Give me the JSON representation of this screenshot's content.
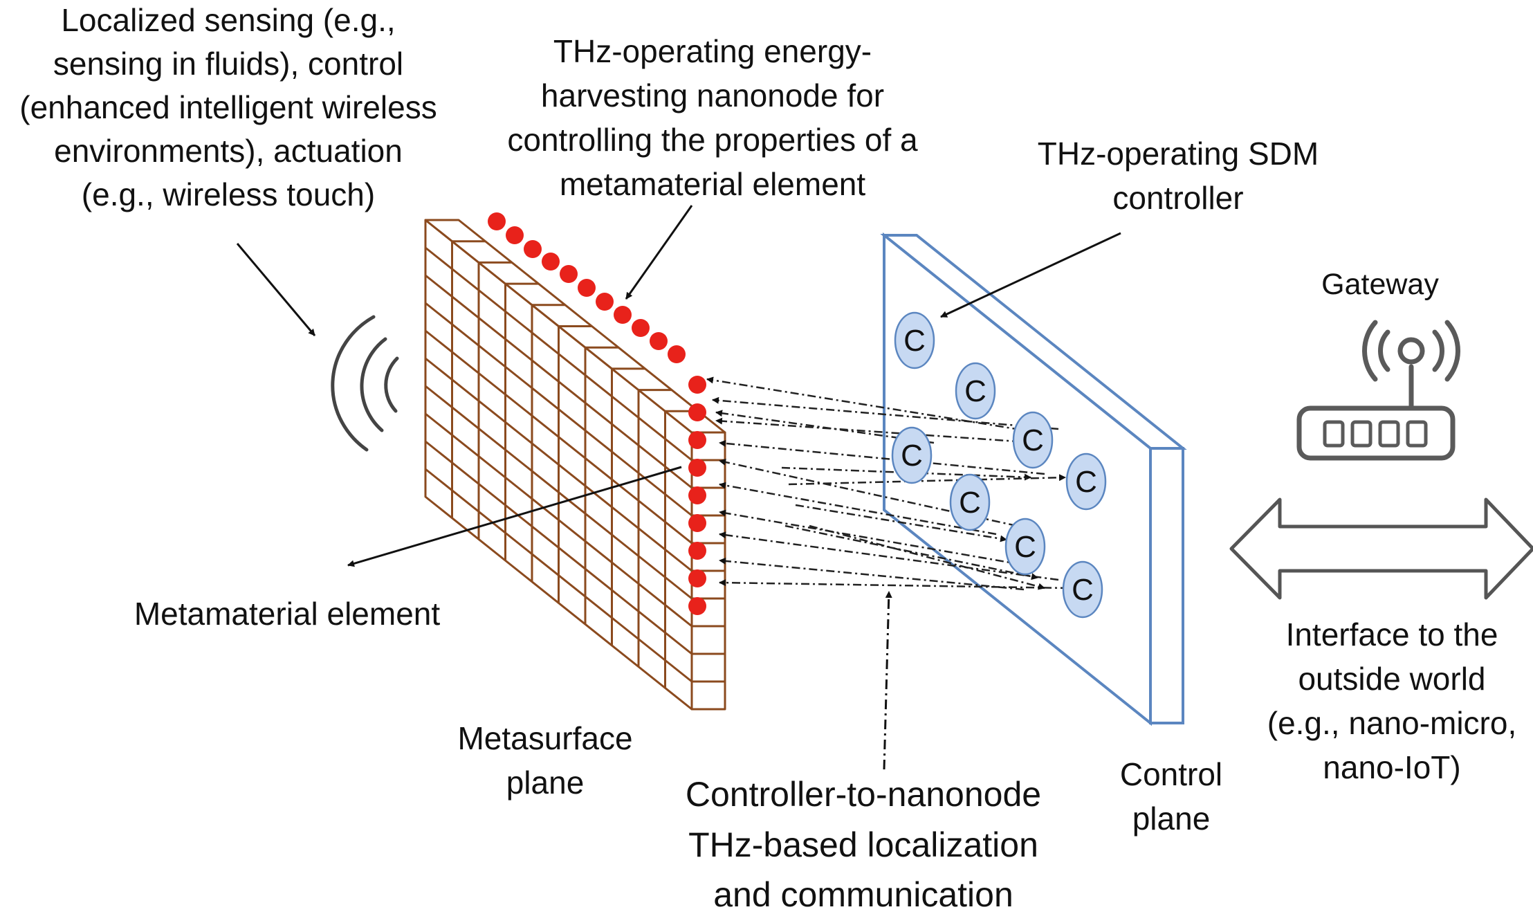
{
  "labels": {
    "localized": [
      "Localized sensing (e.g.,",
      "sensing in fluids), control",
      "(enhanced intelligent wireless",
      "environments), actuation",
      "(e.g., wireless touch)"
    ],
    "nanonode": [
      "THz-operating energy-",
      "harvesting nanonode for",
      "controlling the properties of a",
      "metamaterial element"
    ],
    "sdm": [
      "THz-operating SDM",
      "controller"
    ],
    "gateway": "Gateway",
    "metamaterial_element": "Metamaterial element",
    "metasurface_plane": [
      "Metasurface",
      "plane"
    ],
    "controller_to_nanonode": [
      "Controller-to-nanonode",
      "THz-based localization",
      "and communication"
    ],
    "control_plane": [
      "Control",
      "plane"
    ],
    "interface": [
      "Interface to the",
      "outside world",
      "(e.g., nano-micro,",
      "nano-IoT)"
    ]
  },
  "controller_letter": "C",
  "colors": {
    "grid": "#8b4a1e",
    "nanonode": "#e8221b",
    "panel": "#5b86c0",
    "controller_fill": "#c7d9f2",
    "gateway": "#5a5a5a",
    "arrow": "#666666",
    "text": "#111111"
  }
}
